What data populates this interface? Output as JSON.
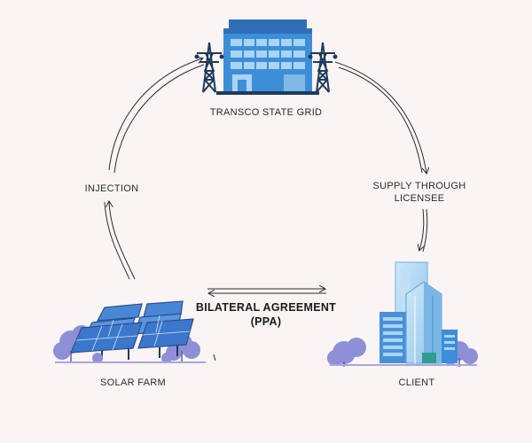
{
  "nodes": {
    "grid": {
      "label": "TRANSCO STATE GRID"
    },
    "solar": {
      "label": "SOLAR FARM"
    },
    "client": {
      "label": "CLIENT"
    }
  },
  "edges": {
    "injection": {
      "label": "INJECTION"
    },
    "supply": {
      "line1": "SUPPLY THROUGH",
      "line2": "LICENSEE"
    },
    "agreement": {
      "line1": "BILATERAL AGREEMENT",
      "line2": "(PPA)"
    }
  },
  "colors": {
    "background": "#faf4f4",
    "building_blue": "#3d8ed8",
    "building_light": "#a9d4f2",
    "tower_dark": "#1f3a5c",
    "tree_purple": "#8e8fd6",
    "panel_blue": "#4a86d6",
    "arrow": "#2b2b2b"
  }
}
